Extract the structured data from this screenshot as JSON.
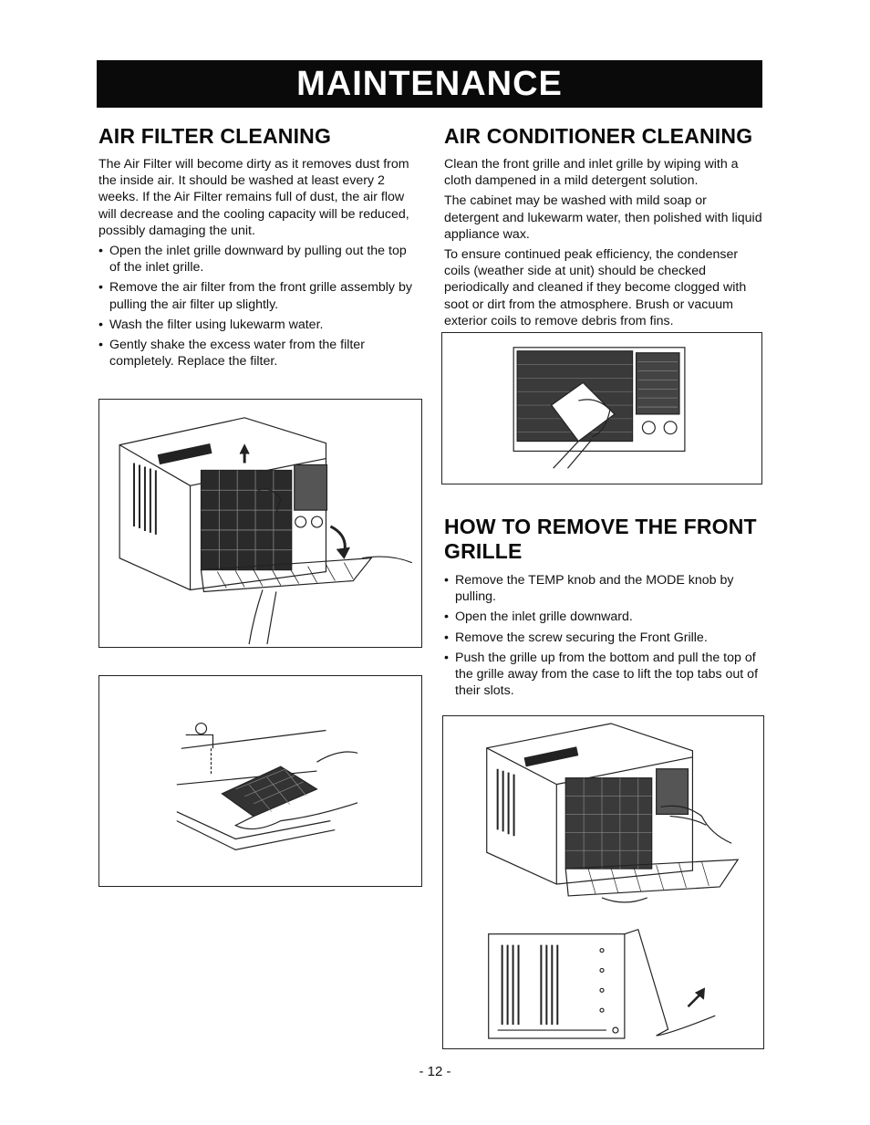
{
  "banner": {
    "title": "MAINTENANCE"
  },
  "air_filter": {
    "heading": "AIR FILTER CLEANING",
    "intro": "The Air Filter will become dirty as it removes dust from the inside air. It should be washed at least every 2 weeks. If the Air Filter remains full of dust, the air flow will decrease and the cooling capacity will be reduced, possibly damaging the unit.",
    "bullets": [
      "Open the inlet grille downward by pulling out the top of the inlet grille.",
      "Remove the air filter from the front grille assembly by pulling the air filter up slightly.",
      "Wash the filter using lukewarm water.",
      "Gently shake the excess water from the filter completely. Replace the filter."
    ]
  },
  "ac_cleaning": {
    "heading": "AIR CONDITIONER CLEANING",
    "paragraphs": [
      "Clean the front grille and inlet grille by wiping with a cloth dampened in a mild detergent solution.",
      "The cabinet may be washed with mild soap or detergent and lukewarm water, then polished with liquid appliance wax.",
      "To ensure continued peak efficiency, the condenser coils (weather side at unit) should be checked periodically and cleaned if they become clogged with soot or dirt from the atmosphere. Brush or vacuum exterior coils to remove debris from fins."
    ]
  },
  "front_grille": {
    "heading": "HOW TO REMOVE THE FRONT GRILLE",
    "bullets": [
      "Remove the TEMP knob and the MODE knob by pulling.",
      "Open the inlet grille downward.",
      "Remove the screw securing the Front Grille.",
      "Push the grille up from the bottom and pull the top of the grille away from the case to lift the top tabs out of their slots."
    ]
  },
  "icons": {
    "fig1": "open-inlet-grille-illustration",
    "fig2": "wash-filter-illustration",
    "fig3": "wipe-front-grille-illustration",
    "fig4": "remove-front-grille-illustration"
  },
  "colors": {
    "banner_bg": "#0a0a0a",
    "banner_text": "#ffffff"
  },
  "footer": {
    "page": "- 12 -"
  }
}
